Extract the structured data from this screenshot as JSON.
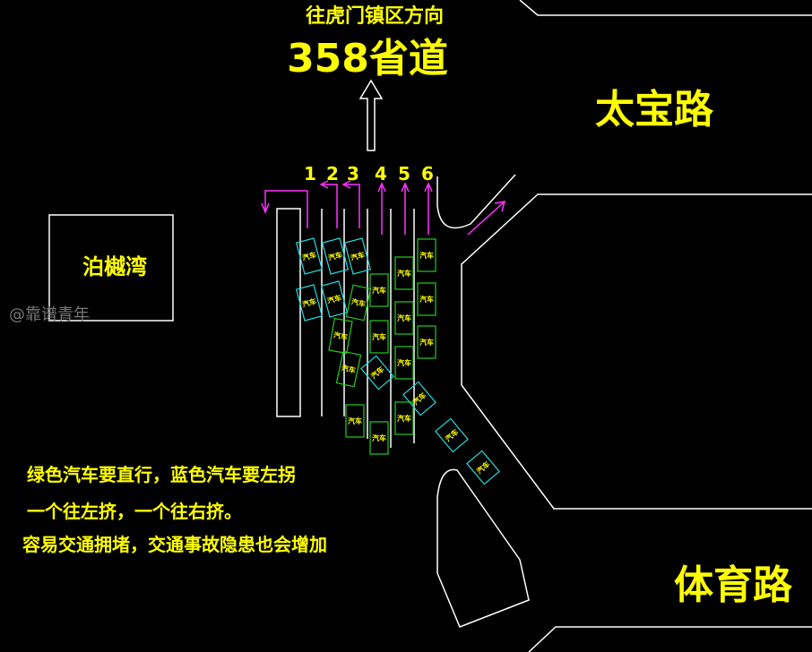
{
  "header": {
    "direction_label": "往虎门镇区方向",
    "road_label": "358省道"
  },
  "roads": {
    "taibao": "太宝路",
    "tiyu": "体育路"
  },
  "area_label": "泊樾湾",
  "watermark": "@靠谱青年",
  "lanes": [
    "1",
    "2",
    "3",
    "4",
    "5",
    "6"
  ],
  "car_label": "汽车",
  "notes": [
    "绿色汽车要直行，蓝色汽车要左拐",
    "一个往左挤，一个往右挤。",
    "容易交通拥堵，交通事故隐患也会增加"
  ],
  "colors": {
    "background": "#000000",
    "road_line": "#ffffff",
    "text": "#ffff00",
    "lane_arrow": "#ff33ff",
    "car_straight": "#22cc22",
    "car_left": "#22dddd"
  }
}
